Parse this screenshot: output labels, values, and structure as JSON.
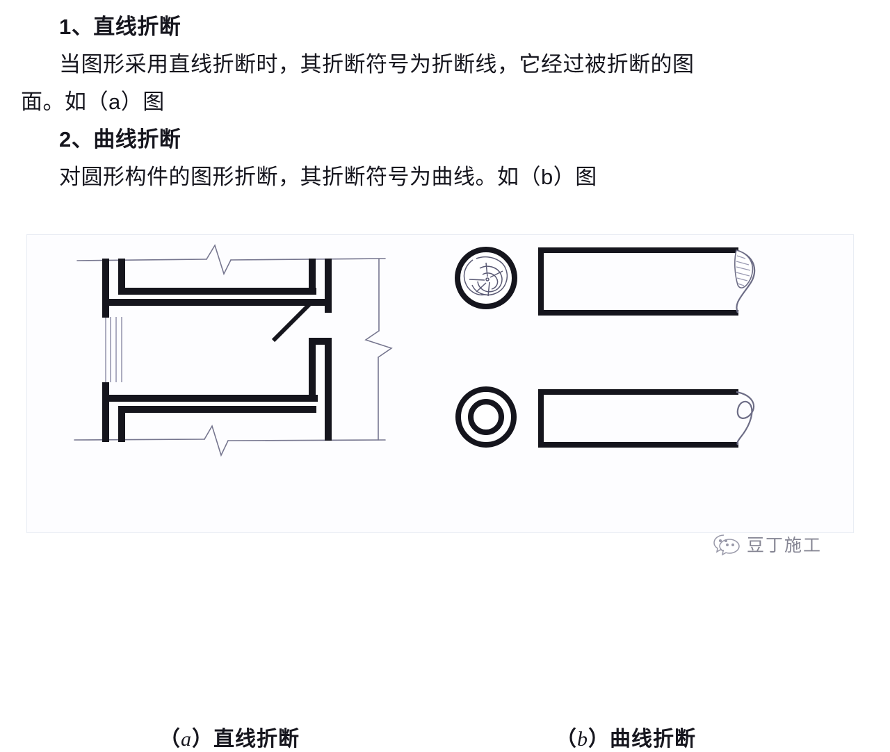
{
  "document": {
    "paragraphs": [
      {
        "id": "heading-1",
        "text": "1、直线折断",
        "style": "heading"
      },
      {
        "id": "body-1a",
        "text": "当图形采用直线折断时，其折断符号为折断线，它经过被折断的图",
        "style": "body-indent"
      },
      {
        "id": "body-1b",
        "text": "面。如（a）图",
        "style": "body-flush"
      },
      {
        "id": "heading-2",
        "text": "2、曲线折断",
        "style": "heading"
      },
      {
        "id": "body-2a",
        "text": "对圆形构件的图形折断，其折断符号为曲线。如（b）图",
        "style": "body-indent"
      }
    ]
  },
  "figure": {
    "captions": {
      "a_prefix": "（",
      "a_letter": "a",
      "a_suffix": "）直线折断",
      "b_prefix": "（",
      "b_letter": "b",
      "b_suffix": "）曲线折断",
      "a_full": "（a）直线折断",
      "b_full": "（b）曲线折断"
    },
    "panel": {
      "background": "#fdfdff",
      "border_color": "#e9edf4"
    },
    "ink_color": "#15151d",
    "thin_line_color": "#6d6d86",
    "parts": {
      "left_label": "floor-plan-with-straight-break-lines",
      "right_top_label": "solid-round-member-with-curved-break",
      "right_bottom_label": "hollow-tube-member-with-curved-break"
    }
  },
  "watermark": {
    "text": "豆丁施工",
    "logo_name": "wechat-logo"
  }
}
